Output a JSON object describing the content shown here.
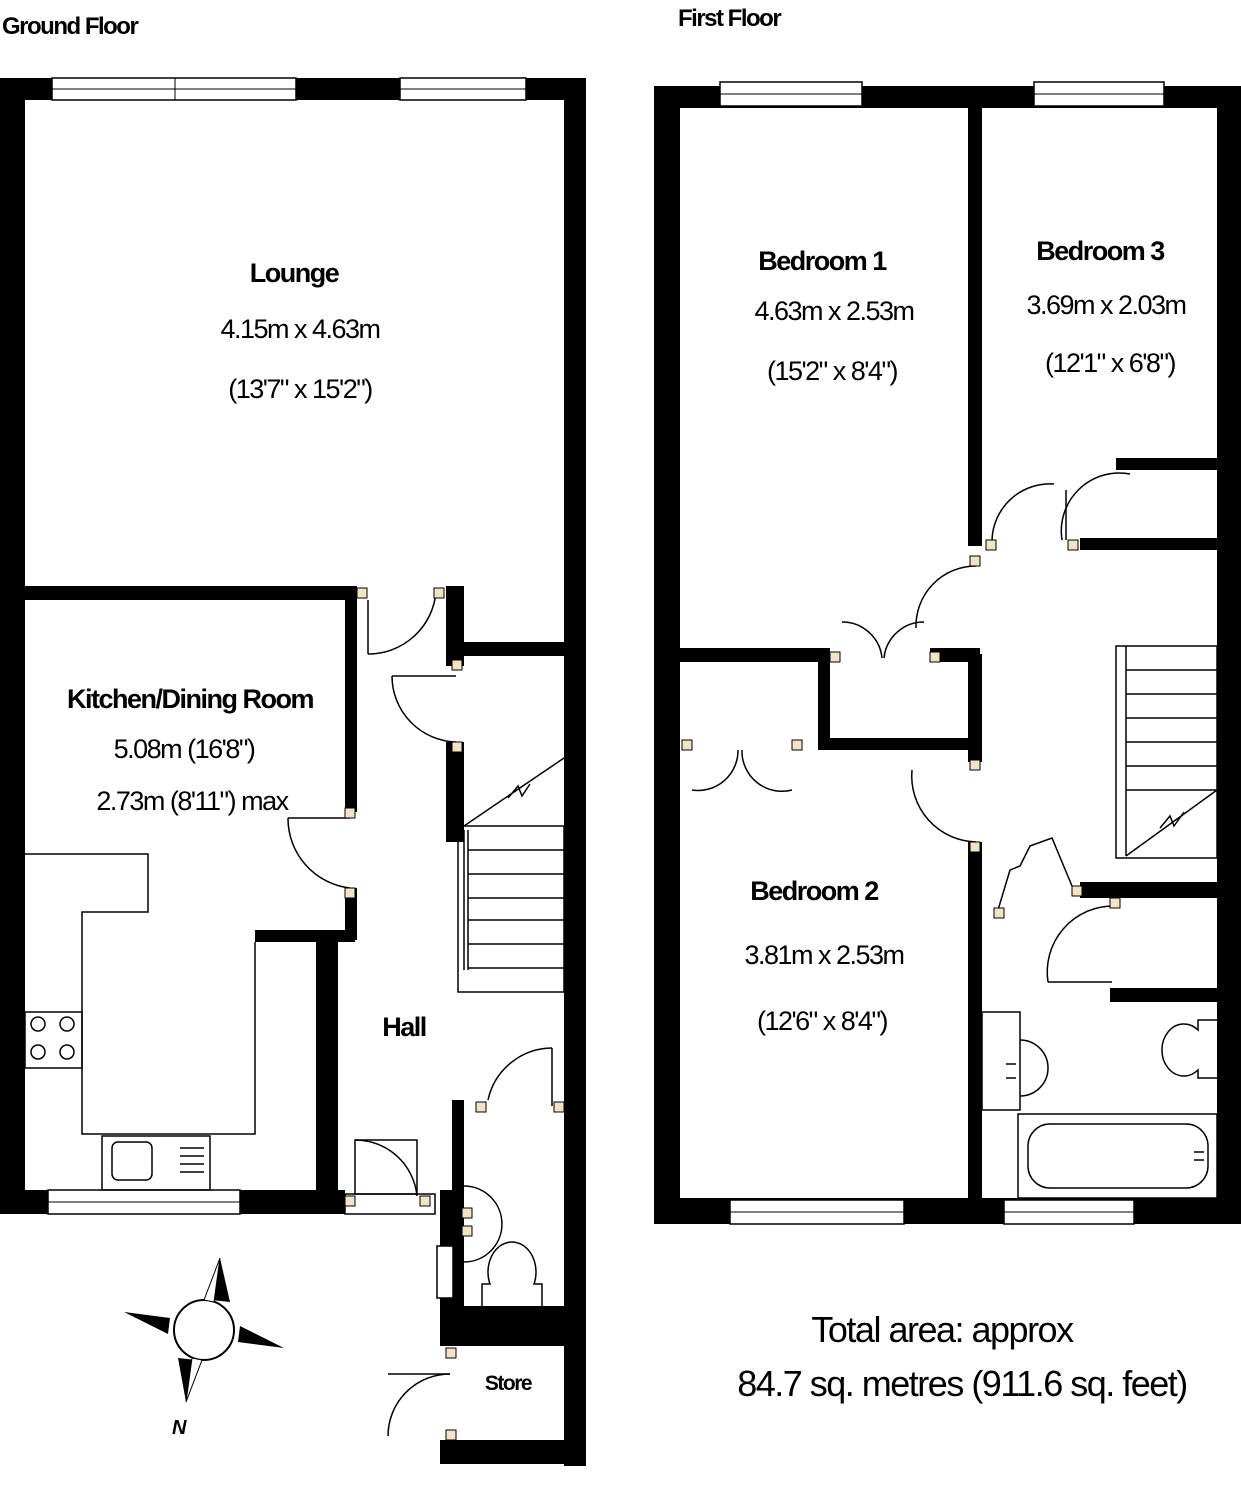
{
  "floors": {
    "ground": {
      "title": "Ground Floor",
      "rooms": {
        "lounge": {
          "name": "Lounge",
          "dim_metric": "4.15m x 4.63m",
          "dim_imperial": "(13'7\" x 15'2\")"
        },
        "kitchen": {
          "name": "Kitchen/Dining Room",
          "dim_length": "5.08m (16'8\")",
          "dim_width": "2.73m (8'11\") max"
        },
        "hall": {
          "name": "Hall"
        },
        "store": {
          "name": "Store"
        }
      },
      "compass": {
        "north": "N"
      }
    },
    "first": {
      "title": "First Floor",
      "rooms": {
        "bedroom1": {
          "name": "Bedroom 1",
          "dim_metric": "4.63m x 2.53m",
          "dim_imperial": "(15'2\" x 8'4\")"
        },
        "bedroom3": {
          "name": "Bedroom 3",
          "dim_metric": "3.69m x 2.03m",
          "dim_imperial": "(12'1\" x 6'8\")"
        },
        "bedroom2": {
          "name": "Bedroom 2",
          "dim_metric": "3.81m x 2.53m",
          "dim_imperial": "(12'6\" x 8'4\")"
        }
      }
    }
  },
  "total_area": {
    "line1": "Total area: approx",
    "line2": "84.7 sq. metres (911.6 sq. feet)"
  },
  "colors": {
    "wall": "#000000",
    "door_jamb": "#f3e2c4",
    "background": "#ffffff"
  }
}
